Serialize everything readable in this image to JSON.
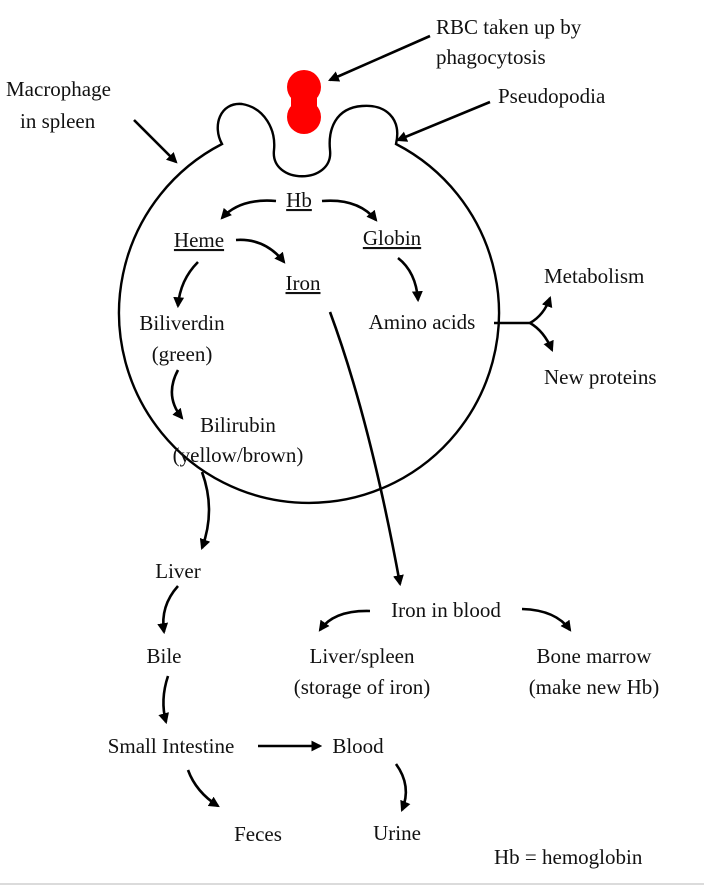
{
  "callouts": {
    "rbc_line1": "RBC taken up by",
    "rbc_line2": "phagocytosis",
    "macrophage_line1": "Macrophage",
    "macrophage_line2": "in spleen",
    "pseudopodia": "Pseudopodia"
  },
  "cell": {
    "hb": "Hb",
    "heme": "Heme",
    "globin": "Globin",
    "iron": "Iron",
    "biliverdin_line1": "Biliverdin",
    "biliverdin_line2": "(green)",
    "amino_acids": "Amino acids",
    "bilirubin_line1": "Bilirubin",
    "bilirubin_line2": "(yellow/brown)"
  },
  "outside": {
    "metabolism": "Metabolism",
    "new_proteins": "New proteins",
    "liver": "Liver",
    "bile": "Bile",
    "small_intestine": "Small Intestine",
    "blood": "Blood",
    "feces": "Feces",
    "urine": "Urine",
    "iron_in_blood": "Iron in blood",
    "liver_spleen_line1": "Liver/spleen",
    "liver_spleen_line2": "(storage of iron)",
    "bone_marrow_line1": "Bone marrow",
    "bone_marrow_line2": "(make new Hb)"
  },
  "legend": "Hb = hemoglobin",
  "colors": {
    "rbc": "#ff0000",
    "ink": "#111111"
  }
}
